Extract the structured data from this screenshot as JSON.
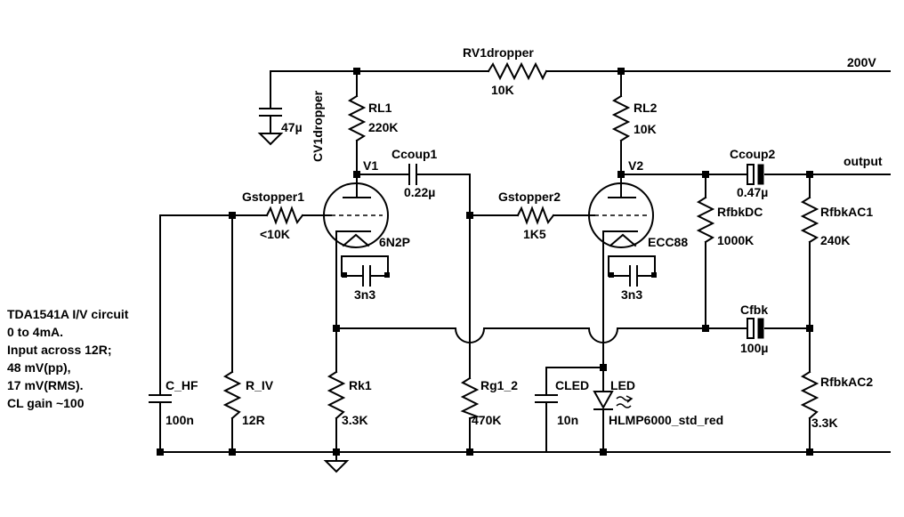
{
  "rails": {
    "supply": "200V",
    "output": "output"
  },
  "components": {
    "rv1dropper": {
      "name": "RV1dropper",
      "value": "10K"
    },
    "cv1dropper": {
      "name": "CV1dropper",
      "value": "47µ"
    },
    "rl1": {
      "name": "RL1",
      "value": "220K"
    },
    "rl2": {
      "name": "RL2",
      "value": "10K"
    },
    "ccoup1": {
      "name": "Ccoup1",
      "value": "0.22µ"
    },
    "ccoup2": {
      "name": "Ccoup2",
      "value": "0.47µ"
    },
    "gstopper1": {
      "name": "Gstopper1",
      "value": "<10K"
    },
    "gstopper2": {
      "name": "Gstopper2",
      "value": "1K5"
    },
    "v1": {
      "name": "V1",
      "type": "6N2P",
      "cap": "3n3"
    },
    "v2": {
      "name": "V2",
      "type": "ECC88",
      "cap": "3n3"
    },
    "rfbkdc": {
      "name": "RfbkDC",
      "value": "1000K"
    },
    "rfbkac1": {
      "name": "RfbkAC1",
      "value": "240K"
    },
    "rfbkac2": {
      "name": "RfbkAC2",
      "value": "3.3K"
    },
    "cfbk": {
      "name": "Cfbk",
      "value": "100µ"
    },
    "c_hf": {
      "name": "C_HF",
      "value": "100n"
    },
    "r_iv": {
      "name": "R_IV",
      "value": "12R"
    },
    "rk1": {
      "name": "Rk1",
      "value": "3.3K"
    },
    "rg1_2": {
      "name": "Rg1_2",
      "value": "470K"
    },
    "cled": {
      "name": "CLED",
      "value": "10n"
    },
    "led": {
      "name": "LED",
      "value": "HLMP6000_std_red"
    }
  },
  "notes": [
    "TDA1541A I/V circuit",
    "0 to 4mA.",
    "Input across 12R;",
    "48 mV(pp),",
    "17 mV(RMS).",
    "CL gain ~100"
  ]
}
